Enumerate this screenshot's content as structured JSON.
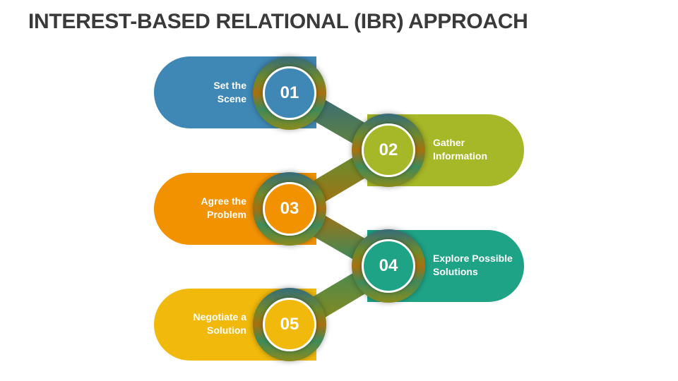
{
  "title": "INTEREST-BASED RELATIONAL (IBR) APPROACH",
  "steps": [
    {
      "number": "01",
      "line1": "Set the",
      "line2": "Scene",
      "color": "#3f88b5"
    },
    {
      "number": "02",
      "line1": "Gather",
      "line2": "Information",
      "color": "#a6b727"
    },
    {
      "number": "03",
      "line1": "Agree the",
      "line2": "Problem",
      "color": "#f39200"
    },
    {
      "number": "04",
      "line1": "Explore Possible",
      "line2": "Solutions",
      "color": "#1fa386"
    },
    {
      "number": "05",
      "line1": "Negotiate a",
      "line2": "Solution",
      "color": "#f0b90b"
    }
  ]
}
